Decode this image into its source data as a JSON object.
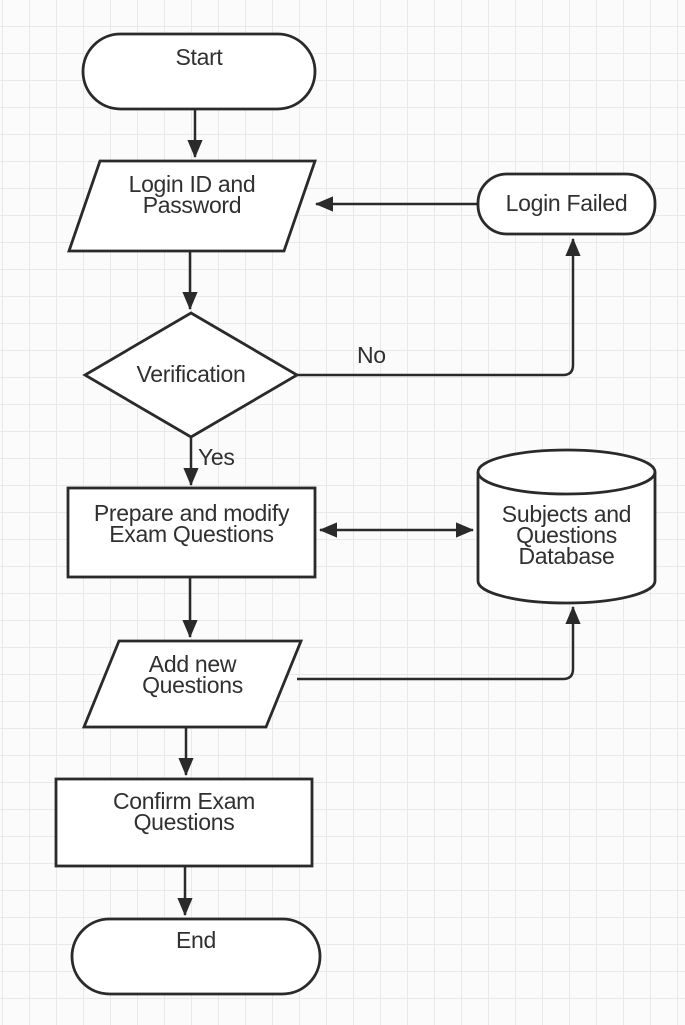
{
  "flowchart": {
    "nodes": {
      "start": {
        "label": "Start",
        "shape": "terminator"
      },
      "login_input": {
        "label": "Login ID and\nPassword",
        "shape": "data-parallelogram"
      },
      "login_failed": {
        "label": "Login Failed",
        "shape": "terminator"
      },
      "verification": {
        "label": "Verification",
        "shape": "decision-diamond"
      },
      "prepare": {
        "label": "Prepare and modify\nExam Questions",
        "shape": "process-rectangle"
      },
      "database": {
        "label": "Subjects and\nQuestions\nDatabase",
        "shape": "database-cylinder"
      },
      "add_new": {
        "label": "Add new\nQuestions",
        "shape": "data-parallelogram"
      },
      "confirm": {
        "label": "Confirm Exam\nQuestions",
        "shape": "process-rectangle"
      },
      "end": {
        "label": "End",
        "shape": "terminator"
      }
    },
    "edge_labels": {
      "no": "No",
      "yes": "Yes"
    },
    "edges": [
      {
        "from": "start",
        "to": "login_input"
      },
      {
        "from": "login_failed",
        "to": "login_input"
      },
      {
        "from": "login_input",
        "to": "verification"
      },
      {
        "from": "verification",
        "to": "login_failed",
        "label": "No"
      },
      {
        "from": "verification",
        "to": "prepare",
        "label": "Yes"
      },
      {
        "from": "prepare",
        "to": "database",
        "bidirectional": true
      },
      {
        "from": "prepare",
        "to": "add_new"
      },
      {
        "from": "add_new",
        "to": "database"
      },
      {
        "from": "add_new",
        "to": "confirm"
      },
      {
        "from": "confirm",
        "to": "end"
      }
    ],
    "colors": {
      "stroke": "#2a2a2a",
      "node_fill": "#ffffff",
      "text": "#303030",
      "grid_line": "#e9e9e9",
      "background": "#fbfbfb"
    }
  }
}
